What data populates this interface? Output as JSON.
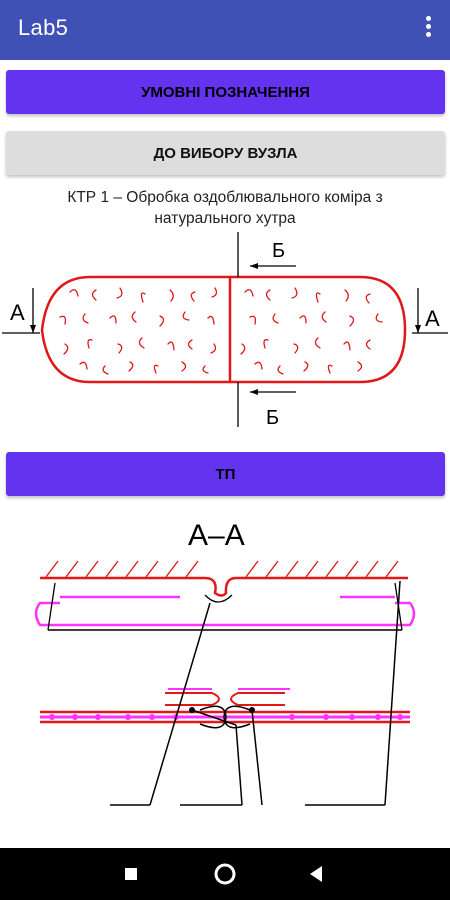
{
  "app": {
    "title": "Lab5",
    "menu_icon": "more-vert-icon"
  },
  "buttons": {
    "legend": "УМОВНІ ПОЗНАЧЕННЯ",
    "choose_node": "ДО ВИБОРУ ВУЗЛА",
    "tp": "ТП"
  },
  "caption": "КТР 1 – Обробка оздоблювального коміра з натурального хутра",
  "drawing_top": {
    "label_a": "А",
    "label_b": "Б"
  },
  "drawing_bottom": {
    "title": "А–А"
  },
  "colors": {
    "accent": "#6433f0",
    "appbar": "#3f51b5",
    "line_red": "#e01818",
    "line_magenta": "#ff33ff"
  },
  "navbar": {
    "icons": [
      "recents-square-icon",
      "home-circle-icon",
      "back-triangle-icon"
    ]
  }
}
